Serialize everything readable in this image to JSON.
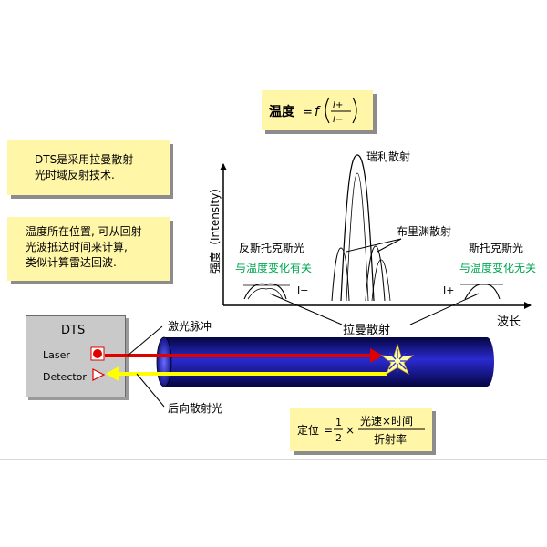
{
  "formula_top": {
    "label": "温度",
    "equals": "=",
    "func": "f",
    "numerator": "I+",
    "denominator": "I−"
  },
  "notes": [
    {
      "text": "DTS是采用拉曼散射\n光时域反射技术."
    },
    {
      "text": "温度所在位置, 可从回射\n光波抵达时间来计算,\n类似计算雷达回波."
    }
  ],
  "spectrum": {
    "y_axis_label": "强度（Intensity）",
    "x_axis_label": "波长",
    "rayleigh": "瑞利散射",
    "brillouin": "布里渊散射",
    "anti_stokes": "反斯托克斯光",
    "anti_stokes_note": "与温度变化有关",
    "stokes": "斯托克斯光",
    "stokes_note": "与温度变化无关",
    "i_minus": "I−",
    "i_plus": "I+",
    "raman": "拉曼散射"
  },
  "dts_box": {
    "title": "DTS",
    "laser": "Laser",
    "detector": "Detector"
  },
  "fiber": {
    "laser_pulse": "激光脉冲",
    "backscatter": "后向散射光"
  },
  "formula_bottom": {
    "label": "定位",
    "equals": "=",
    "one": "1",
    "two": "2",
    "times": "×",
    "numerator": "光速×时间",
    "denominator": "折射率"
  },
  "colors": {
    "note_bg": "#fff6a8",
    "annotation_green": "#00a651",
    "fiber_blue": "#1a1a9e",
    "laser_red": "#e00000",
    "return_yellow": "#ffff00",
    "scatter_star": "#ffffa0"
  }
}
